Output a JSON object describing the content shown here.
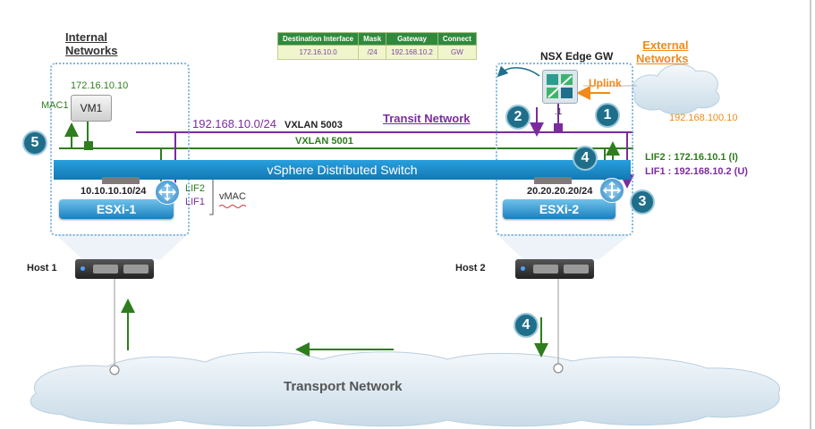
{
  "internal_networks": {
    "title_line1": "Internal",
    "title_line2": "Networks"
  },
  "external_networks": {
    "title_line1": "External",
    "title_line2": "Networks"
  },
  "nsx_edge": {
    "label": "NSX Edge GW",
    "uplink_label": "Uplink",
    "port_label": ".1"
  },
  "external_ip": "192.168.100.10",
  "vm": {
    "name": "VM1",
    "ip": "172.16.10.10",
    "mac_label": "MAC1"
  },
  "route_table": {
    "headers": [
      "Destination Interface",
      "Mask",
      "Gateway",
      "Connect"
    ],
    "row": [
      "172.16.10.0",
      "/24",
      "192.168.10.2",
      "GW"
    ]
  },
  "transit": {
    "subnet": "192.168.10.0/24",
    "vxlan": "VXLAN 5003",
    "title": "Transit Network"
  },
  "vxlan_5001": "VXLAN 5001",
  "vds_label": "vSphere Distributed Switch",
  "esxi1": {
    "name": "ESXi-1",
    "vtep_ip": "10.10.10.10/24",
    "lif2": "LIF2",
    "lif1": "LIF1",
    "vmac": "vMAC"
  },
  "esxi2": {
    "name": "ESXi-2",
    "vtep_ip": "20.20.20.20/24"
  },
  "lif_labels": {
    "lif2": "LIF2 : 172.16.10.1 (I)",
    "lif1": "LIF1 : 192.168.10.2 (U)"
  },
  "hosts": {
    "host1": "Host 1",
    "host2": "Host 2"
  },
  "transport_network": "Transport Network",
  "steps": [
    "1",
    "2",
    "3",
    "4",
    "4",
    "5"
  ],
  "colors": {
    "green": "#2e7d1e",
    "purple": "#7b2ba0",
    "orange": "#f08a1a",
    "teal": "#1f6f8b",
    "blue": "#1b86c7"
  }
}
